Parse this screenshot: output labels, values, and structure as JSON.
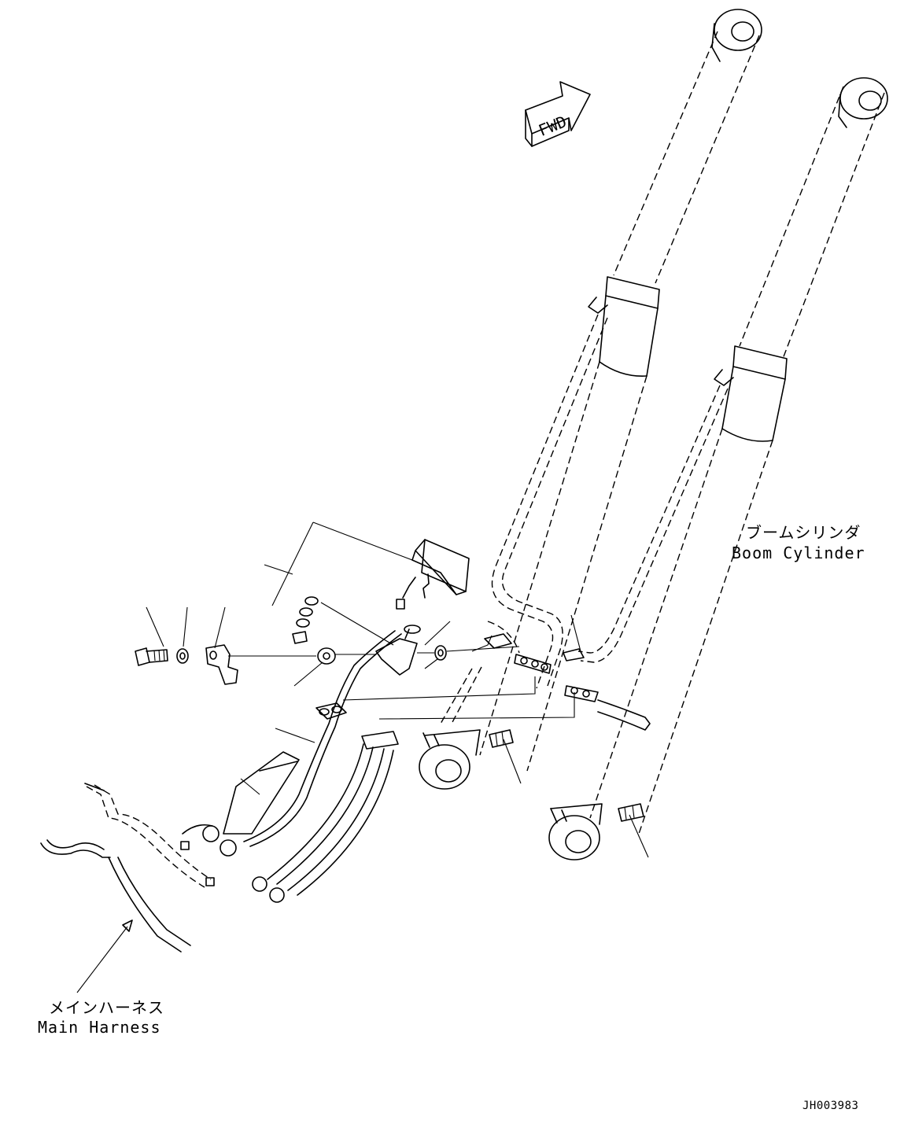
{
  "labels": {
    "fwd": "FWD",
    "boom_cylinder_jp": "ブームシリンダ",
    "boom_cylinder_en": "Boom Cylinder",
    "main_harness_jp": "メインハーネス",
    "main_harness_en": "Main Harness",
    "drawing_id": "JH003983"
  },
  "colors": {
    "line": "#000000",
    "background": "#ffffff"
  }
}
